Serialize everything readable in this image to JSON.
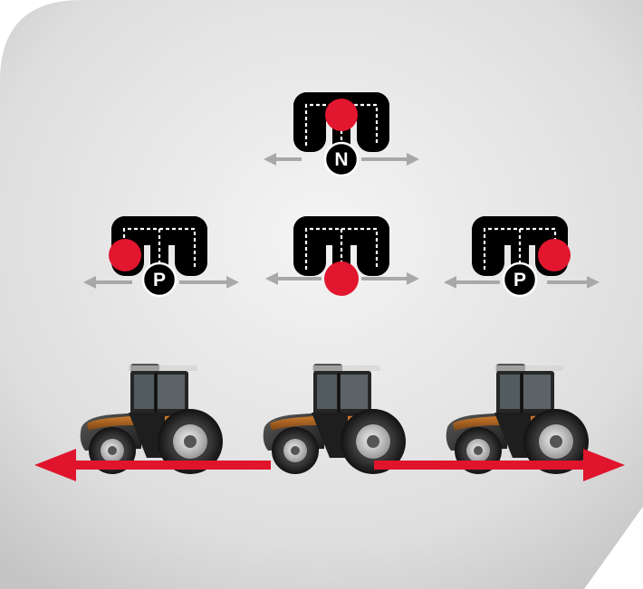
{
  "shifters": {
    "top": {
      "letter": "N"
    },
    "left": {
      "letter": "P"
    },
    "right": {
      "letter": "P"
    }
  },
  "colors": {
    "accent_red": "#e0142c",
    "knob_red": "#e2162e",
    "gate_black": "#000000",
    "arrow_gray": "#a8a8a8",
    "panel_light": "#f3f3f3",
    "panel_dark": "#c6c6c6"
  }
}
